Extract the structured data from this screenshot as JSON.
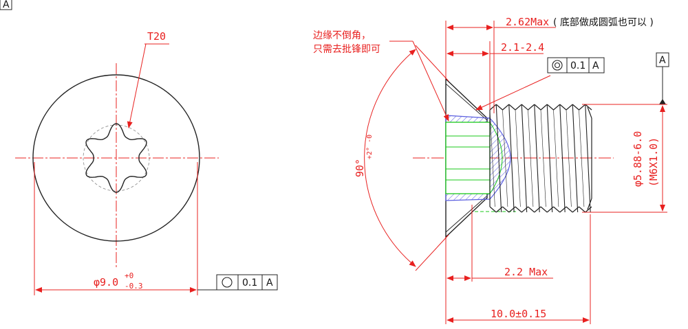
{
  "front_view": {
    "drive_label": "T20",
    "diameter_label": "φ9.0",
    "diameter_tol_upper": "+0",
    "diameter_tol_lower": "-0.3",
    "fcf_value": "0.1",
    "fcf_datum": "A",
    "corner_tag": "A"
  },
  "side_view": {
    "head_height_label": "2.62Max",
    "head_height_note": "( 底部做成圆弧也可以 )",
    "edge_note_line1": "边缘不倒角，",
    "edge_note_line2": "只需去批锋即可",
    "range_label": "2.1-2.4",
    "concentricity_value": "0.1",
    "concentricity_datum": "A",
    "datum_tag": "A",
    "angle_label": "90°",
    "angle_tol": "+2° -0",
    "thread_dia_label": "φ5.88-6.0",
    "thread_spec": "(M6X1.0)",
    "depth_label": "2.2 Max",
    "length_label": "10.0±0.15"
  },
  "colors": {
    "outline": "#222222",
    "dimension": "#e8201f",
    "hatch": "#5b5fe0",
    "socket": "#18c818"
  }
}
